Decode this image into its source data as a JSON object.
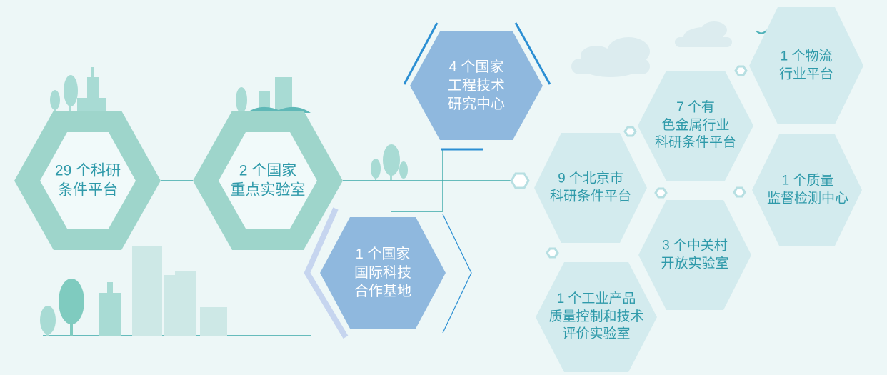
{
  "colors": {
    "background": "#edf7f7",
    "mint_hex": "#9ed5cb",
    "inner_white": "#f1fafa",
    "blue_hex": "#8fb8de",
    "light_hex": "#d3ebee",
    "accent_line": "#2b8fd3",
    "text_teal": "#2f9aaa"
  },
  "nodes": {
    "platforms29": {
      "lines": [
        "29 个科研",
        "条件平台"
      ]
    },
    "nationalKeyLab": {
      "lines": [
        "2 个国家",
        "重点实验室"
      ]
    },
    "engCenter": {
      "lines": [
        "4 个国家",
        "工程技术",
        "研究中心"
      ]
    },
    "intlBase": {
      "lines": [
        "1 个国家",
        "国际科技",
        "合作基地"
      ]
    },
    "beijing9": {
      "lines": [
        "9 个北京市",
        "科研条件平台"
      ]
    },
    "nonferrous7": {
      "lines": [
        "7 个有",
        "色金属行业",
        "科研条件平台"
      ]
    },
    "logistics1": {
      "lines": [
        "1 个物流",
        "行业平台"
      ]
    },
    "quality1": {
      "lines": [
        "1 个质量",
        "监督检测中心"
      ]
    },
    "zgc3": {
      "lines": [
        "3 个中关村",
        "开放实验室"
      ]
    },
    "industrial1": {
      "lines": [
        "1 个工业产品",
        "质量控制和技术",
        "评价实验室"
      ]
    }
  }
}
